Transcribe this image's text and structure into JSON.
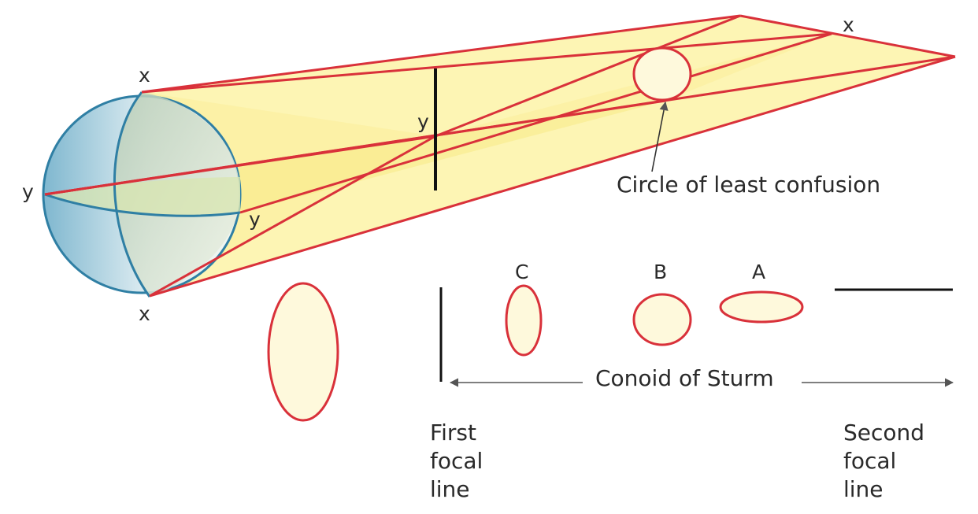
{
  "diagram": {
    "colors": {
      "ray": "#d9313a",
      "cone_fill": "#fdf5b4",
      "cone_fill_dark": "#f9ec8a",
      "ellipse_fill": "#fef9dc",
      "lens_stroke": "#2f7fa4",
      "focal_line": "#111111",
      "arrow": "#555555"
    },
    "lens_labels": {
      "x_top": "x",
      "x_bottom": "x",
      "y_left": "y",
      "y_right": "y"
    },
    "first_focus_label": "y",
    "second_focus_label": "x",
    "circle_label": "Circle of least confusion",
    "cross_sections": [
      {
        "label": "C",
        "shape": "vertical ellipse"
      },
      {
        "label": "B",
        "shape": "circle"
      },
      {
        "label": "A",
        "shape": "horizontal ellipse"
      }
    ],
    "conoid_label": "Conoid of Sturm",
    "first_focal_line": [
      "First",
      "focal",
      "line"
    ],
    "second_focal_line": [
      "Second",
      "focal",
      "line"
    ]
  }
}
